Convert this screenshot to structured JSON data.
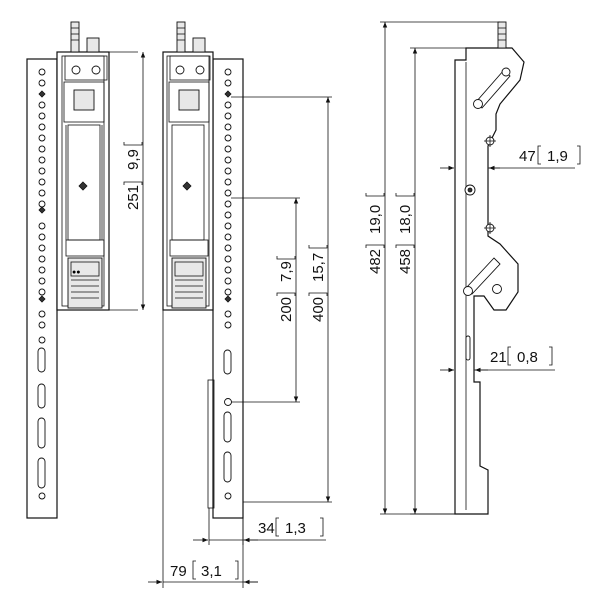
{
  "dimensions": {
    "d251": {
      "mm": "251",
      "in": "9,9"
    },
    "d200": {
      "mm": "200",
      "in": "7,9"
    },
    "d400": {
      "mm": "400",
      "in": "15,7"
    },
    "d482": {
      "mm": "482",
      "in": "19,0"
    },
    "d458": {
      "mm": "458",
      "in": "18,0"
    },
    "d47": {
      "mm": "47",
      "in": "1,9"
    },
    "d21": {
      "mm": "21",
      "in": "0,8"
    },
    "d34": {
      "mm": "34",
      "in": "1,3"
    },
    "d79": {
      "mm": "79",
      "in": "3,1"
    }
  },
  "icons": [
    "brand-logo-icon",
    "arrow-icon"
  ]
}
